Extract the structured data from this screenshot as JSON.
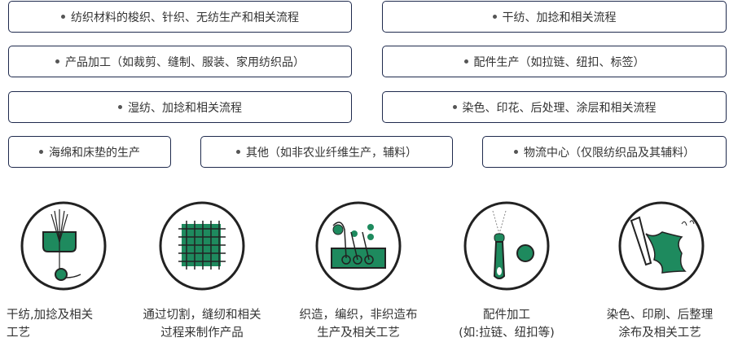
{
  "categories": [
    "纺织材料的梭织、针织、无纺生产和相关流程",
    "干纺、加捻和相关流程",
    "产品加工（如裁剪、缝制、服装、家用纺织品）",
    "配件生产（如拉链、纽扣、标签）",
    "湿纺、加捻和相关流程",
    "染色、印花、后处理、涂层和相关流程",
    "海绵和床垫的生产",
    "其他（如非农业纤维生产，辅料）",
    "物流中心（仅限纺织品及其辅料）"
  ],
  "processes": [
    {
      "icon": "spinning-icon",
      "line1": "干纺,加捻及相关",
      "line2": "工艺"
    },
    {
      "icon": "fabric-grid-icon",
      "line1": "通过切割，缝纫和相关",
      "line2": "过程来制作产品"
    },
    {
      "icon": "weaving-bath-icon",
      "line1": "织造，编织，非织造布",
      "line2": "生产及相关工艺"
    },
    {
      "icon": "zipper-button-icon",
      "line1": "配件加工",
      "line2": "(如:拉链、纽扣等)"
    },
    {
      "icon": "dyeing-leather-icon",
      "line1": "染色、印刷、后整理",
      "line2": "涂布及相关工艺"
    }
  ],
  "colors": {
    "accent": "#1e8a5e",
    "border": "#1f2a4d"
  }
}
